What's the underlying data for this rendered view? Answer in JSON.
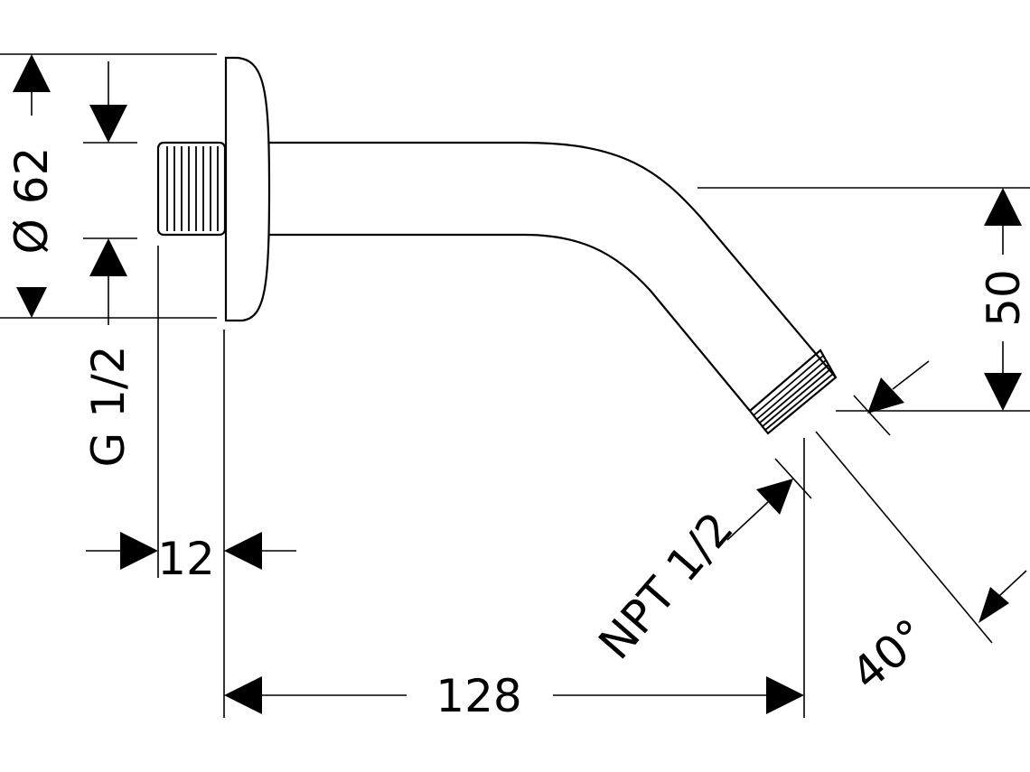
{
  "colors": {
    "line": "#000000",
    "background": "#ffffff"
  },
  "dimensions": {
    "flange_diameter": "Ø 62",
    "inlet_thread": "G 1/2",
    "inlet_length": "12",
    "projection": "128",
    "drop": "50",
    "outlet_thread": "NPT 1/2",
    "angle": "40°"
  }
}
